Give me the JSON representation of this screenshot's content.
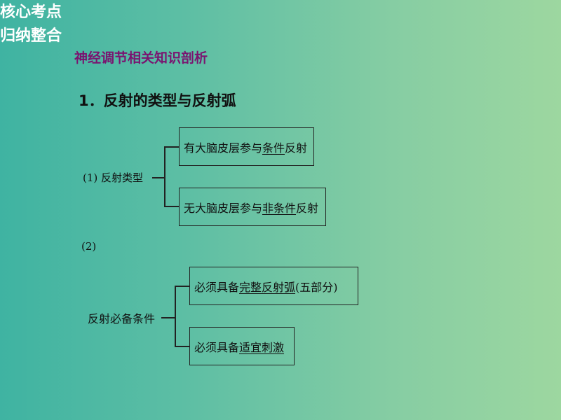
{
  "corner_label": {
    "line1": "核心考点",
    "line2": "归纳整合"
  },
  "subtitle": "神经调节相关知识剖析",
  "heading": "1．反射的类型与反射弧",
  "reflex_types": {
    "label": "(1)  反射类型",
    "conditioned": {
      "pre": "有大脑皮层参与",
      "underlined": "条件",
      "post": "反射"
    },
    "unconditioned": {
      "pre": "无大脑皮层参与",
      "underlined": "非条件",
      "post": "反射"
    }
  },
  "reflex_requirements": {
    "item_number": "(2)",
    "label": "反射必备条件",
    "arc": {
      "pre": "必须具备",
      "underlined": "完整反射弧",
      "post": "(五部分)"
    },
    "stimulus": {
      "pre": "必须具备",
      "underlined": "适宜刺激",
      "post": ""
    }
  }
}
